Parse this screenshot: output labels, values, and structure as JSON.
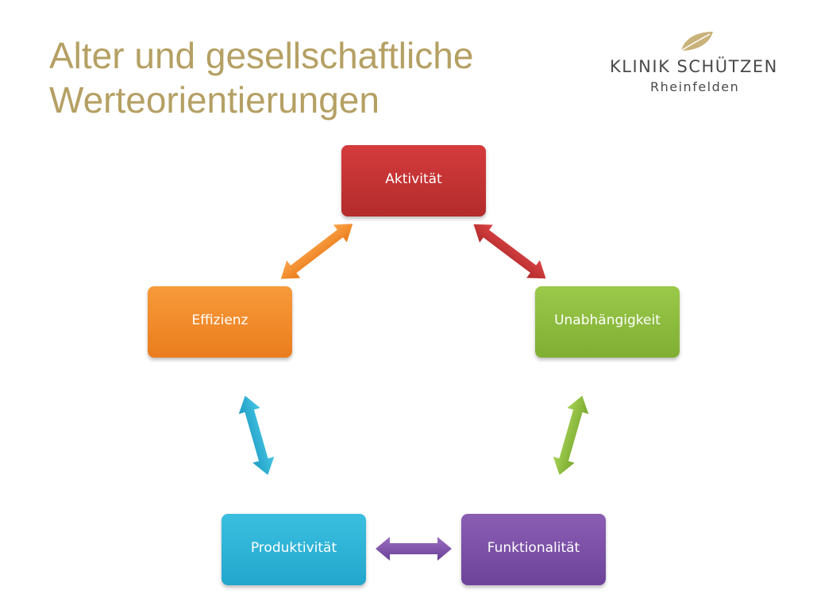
{
  "title": {
    "line1": "Alter und gesellschaftliche",
    "line2": "Werteorientierungen"
  },
  "logo": {
    "name": "KLINIK SCHÜTZEN",
    "location": "Rheinfelden"
  },
  "nodes": {
    "top": "Aktivität",
    "left": "Effizienz",
    "right": "Unabhängigkeit",
    "bottom_left": "Produktivität",
    "bottom_right": "Funktionalität"
  },
  "colors": {
    "title": "#b5a064",
    "aktivitaet": "#c93536",
    "effizienz": "#f28c2a",
    "unabhaengigkeit": "#8dbb3f",
    "produktivitaet": "#2fb3d8",
    "funktionalitaet": "#7b51a8"
  }
}
